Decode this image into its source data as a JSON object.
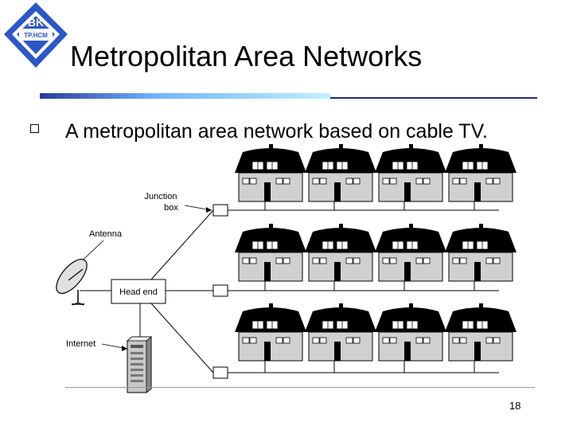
{
  "slide": {
    "title": "Metropolitan Area Networks",
    "bullet": "A metropolitan area network based on cable TV.",
    "page_number": "18"
  },
  "logo": {
    "top": "BK",
    "bottom": "TP.HCM",
    "color": "#2b57c8"
  },
  "diagram": {
    "labels": {
      "junction": [
        "Junction",
        "box"
      ],
      "antenna": "Antenna",
      "head_end": "Head end",
      "internet": "Internet"
    },
    "house_rows": 3,
    "houses_per_row": 4
  }
}
